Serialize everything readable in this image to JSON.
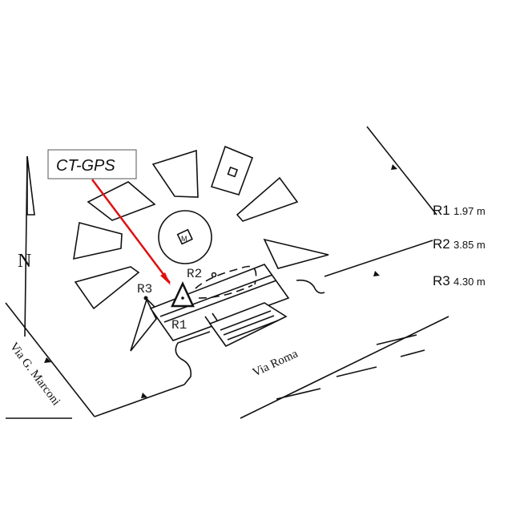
{
  "device_label": "CT-GPS",
  "north_label": "N",
  "monument_label": "M",
  "receivers": [
    {
      "id": "R1",
      "distance": "1.97 m"
    },
    {
      "id": "R2",
      "distance": "3.85 m"
    },
    {
      "id": "R3",
      "distance": "4.30 m"
    }
  ],
  "streets": {
    "marconi": "Via G. Marconi",
    "roma": "Via Roma"
  },
  "colors": {
    "pointer": "#e01010",
    "ink": "#111111"
  }
}
